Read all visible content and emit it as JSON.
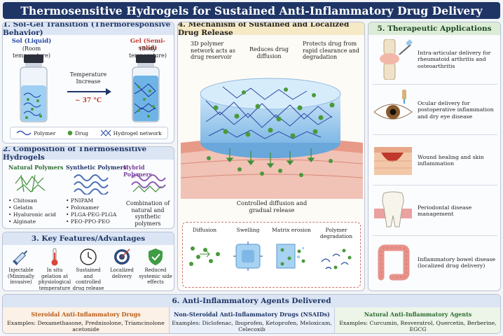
{
  "title": "Thermosensitive Hydrogels for Sustained Anti-Inflammatory Drug Delivery",
  "section1": {
    "heading": "1. Sol–Gel Transition (Thermoresponsive Behavior)",
    "sol_label": "Sol (Liquid)",
    "sol_sub": "(Room temperature)",
    "gel_label": "Gel (Semi-solid)",
    "gel_sub": "(Body temperature)",
    "arrow_text": "Temperature Increase",
    "temperature": "~ 37 °C",
    "legend": {
      "polymer": "Polymer",
      "drug": "Drug",
      "network": "Hydrogel network"
    }
  },
  "section2": {
    "heading": "2. Composition of Thermosensitive Hydrogels",
    "natural": {
      "title": "Natural Polymers",
      "items": [
        "Chitosan",
        "Gelatin",
        "Hyaluronic acid",
        "Alginate"
      ]
    },
    "synthetic": {
      "title": "Synthetic Polymers",
      "items": [
        "PNIPAM",
        "Poloxamer",
        "PLGA-PEG-PLGA",
        "PEO-PPO-PEO"
      ]
    },
    "hybrid": {
      "title": "Hybrid Polymers",
      "text": "Combination of natural and synthetic polymers"
    }
  },
  "section3": {
    "heading": "3. Key Features/Advantages",
    "features": [
      "Injectable (Minimally invasive)",
      "In situ gelation at physiological temperature",
      "Sustained and controlled drug release",
      "Localized delivery",
      "Reduced systemic side effects"
    ]
  },
  "section4": {
    "heading": "4. Mechanism of Sustained and Localized Drug Release",
    "callouts": [
      "3D polymer network acts as drug reservoir",
      "Reduces drug diffusion",
      "Protects drug from rapid clearance and degradation"
    ],
    "release_text": "Controlled diffusion and gradual release",
    "mechanisms": [
      "Diffusion",
      "Swelling",
      "Matrix erosion",
      "Polymer degradation"
    ]
  },
  "section5": {
    "heading": "5. Therapeutic Applications",
    "apps": [
      "Intra-articular delivery for rheumatoid arthritis and osteoarthritis",
      "Ocular delivery for postoperative inflammation and dry eye disease",
      "Wound healing and skin inflammation",
      "Periodontal disease management",
      "Inflammatory bowel disease (localized drug delivery)"
    ]
  },
  "section6": {
    "heading": "6. Anti-Inflammatory Agents Delivered",
    "steroidal": {
      "title": "Steroidal Anti-Inflammatory Drugs",
      "examples": "Examples: Dexamethasone, Prednisolone, Triamcinolone acetonide"
    },
    "nsaids": {
      "title": "Non-Steroidal Anti-Inflammatory Drugs (NSAIDs)",
      "examples": "Examples: Diclofenac, Ibuprofen, Ketoprofen, Meloxicam, Celecoxib"
    },
    "natural": {
      "title": "Natural Anti-Inflammatory Agents",
      "examples": "Examples: Curcumin, Resveratrol, Quercetin, Berberine, EGCG"
    }
  },
  "colors": {
    "navy": "#1f3566",
    "drug_green": "#4a9a3a",
    "tissue": "#e8a89a",
    "gel_blue": "#8fc3ea"
  }
}
